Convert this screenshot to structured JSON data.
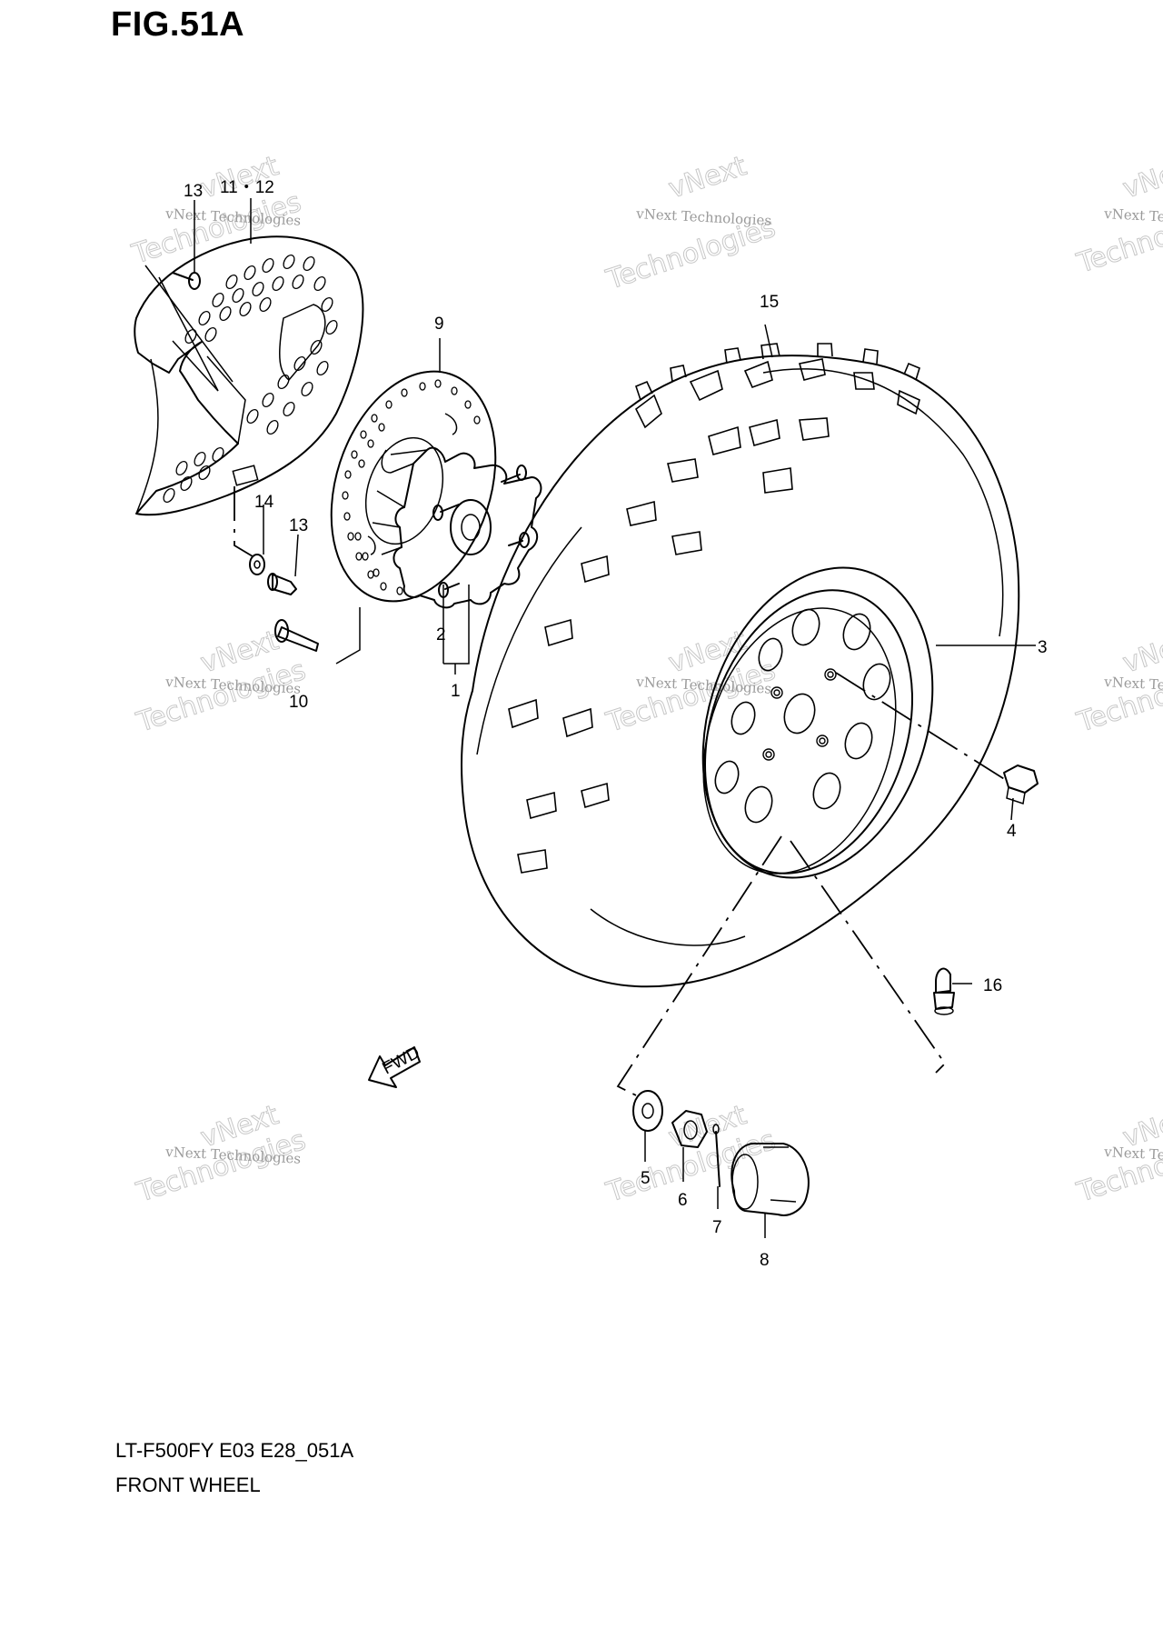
{
  "figure": {
    "title": "FIG.51A",
    "caption_code": "LT-F500FY E03 E28_051A",
    "caption_name": "FRONT WHEEL",
    "fwd_arrow_text": "FWD"
  },
  "callouts": {
    "c1": "1",
    "c2": "2",
    "c3": "3",
    "c4": "4",
    "c5": "5",
    "c6": "6",
    "c7": "7",
    "c8": "8",
    "c9": "9",
    "c10": "10",
    "c11_12": "11・12",
    "c13a": "13",
    "c13b": "13",
    "c14": "14",
    "c15": "15",
    "c16": "16"
  },
  "watermark": {
    "line1": "vNext Technologies",
    "line2": "vNext",
    "line3": "Technologies"
  }
}
